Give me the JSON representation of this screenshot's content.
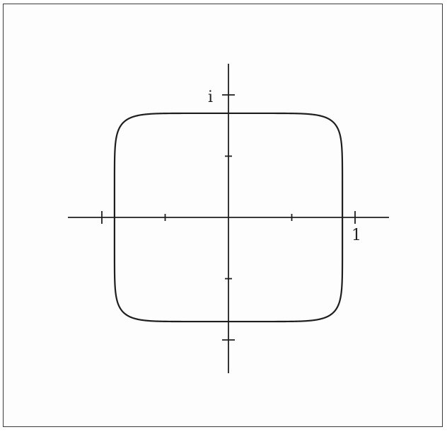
{
  "diagram": {
    "labels": {
      "imaginary_unit": "i",
      "real_unit": "1"
    },
    "colors": {
      "stroke": "#1e1e1e",
      "background": "#ffffff",
      "frame": "#3a3a3a"
    },
    "curve": {
      "shape": "superellipse",
      "exponent": 8,
      "semi_axis_real": 0.9,
      "semi_axis_imag": 0.85
    },
    "axes": {
      "real_ticks": [
        -1,
        -0.5,
        0.5,
        1
      ],
      "imag_ticks": [
        -1,
        -0.5,
        0.5,
        1
      ]
    }
  }
}
